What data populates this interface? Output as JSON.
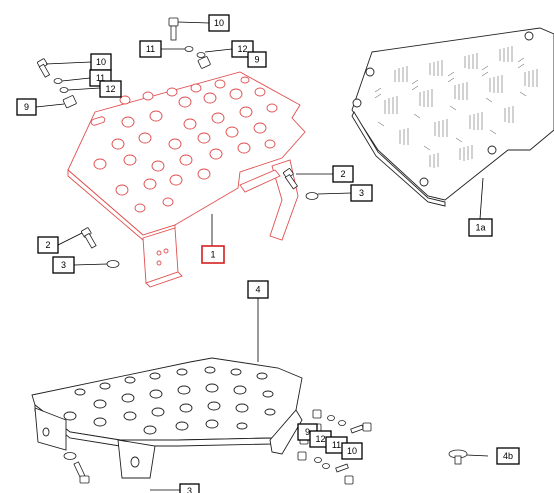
{
  "callouts": {
    "c10a": "10",
    "c11a": "11",
    "c12a": "12",
    "c9a": "9",
    "c10b": "10",
    "c11b": "11",
    "c12b": "12",
    "c9b": "9",
    "c2a": "2",
    "c3a": "3",
    "c1": "1",
    "c2b": "2",
    "c3b": "3",
    "c1a": "1a",
    "c4": "4",
    "c9c": "9",
    "c12c": "12",
    "c11c": "11",
    "c10c": "10",
    "c4b": "4b",
    "c3c": "3"
  },
  "colors": {
    "highlight": "#e05050",
    "line": "#222222"
  }
}
